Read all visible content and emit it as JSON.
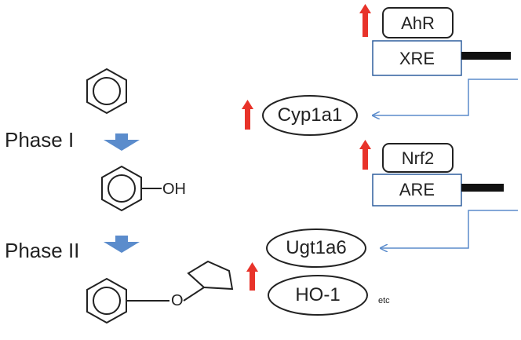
{
  "phases": {
    "phase1": "Phase I",
    "phase2": "Phase II"
  },
  "chemistry": {
    "hydroxyl": "OH",
    "oxygen": "O"
  },
  "receptors": {
    "ahr": "AhR",
    "nrf2": "Nrf2"
  },
  "elements": {
    "xre": "XRE",
    "are": "ARE"
  },
  "genes": {
    "cyp1a1": "Cyp1a1",
    "ugt1a6": "Ugt1a6",
    "ho1": "HO-1",
    "etc": "etc"
  },
  "colors": {
    "arrow_blue": "#5b8ccc",
    "upregulation_red": "#e8332a",
    "box_border_blue": "#2f5f9e",
    "line_blue": "#5b8ccc",
    "dna_bar": "#111111"
  }
}
